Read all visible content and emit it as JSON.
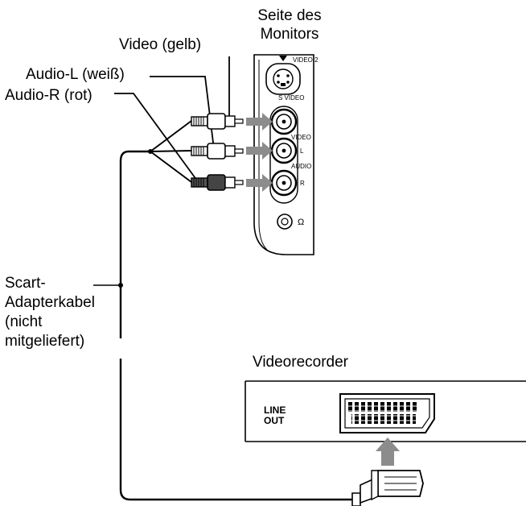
{
  "labels": {
    "monitor_side_line1": "Seite des",
    "monitor_side_line2": "Monitors",
    "video_cable": "Video (gelb)",
    "audio_l_cable": "Audio-L (weiß)",
    "audio_r_cable": "Audio-R (rot)",
    "scart_line1": "Scart-",
    "scart_line2": "Adapterkabel",
    "scart_line3": "(nicht",
    "scart_line4": "mitgeliefert)",
    "vcr_title": "Videorecorder"
  },
  "monitor_panel": {
    "video2": "VIDEO 2",
    "svideo": "S VIDEO",
    "video": "VIDEO",
    "l": "L",
    "audio": "AUDIO",
    "r": "R",
    "headphones": "Ω"
  },
  "vcr_panel": {
    "line": "LINE",
    "out": "OUT"
  },
  "colors": {
    "stroke": "#000000",
    "arrow": "#8c8c8c",
    "cable_red_plug": "#555555"
  },
  "icons": {
    "headphones": "headphone-jack-icon",
    "arrow": "connection-arrow-icon",
    "scart": "scart-plug-icon"
  }
}
